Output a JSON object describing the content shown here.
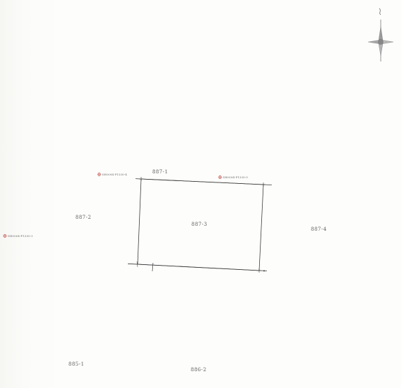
{
  "map": {
    "north_arrow": {
      "icon": "north-arrow-compass-icon",
      "letter": "北"
    },
    "parcels": {
      "p887_1": "887-1",
      "p887_2": "887-2",
      "p887_3": "887-3",
      "p887_4": "887-4",
      "p885_1": "885-1",
      "p886_2": "886-2"
    },
    "survey_points": {
      "sp1": "SH0004-P1330-4",
      "sp2": "SH0004-P1330-5",
      "sp3": "SH0004-P1330-3"
    },
    "colors": {
      "boundary": "#3a3a3a",
      "survey_marker": "#c0504d",
      "label": "#5a5a5a"
    }
  }
}
